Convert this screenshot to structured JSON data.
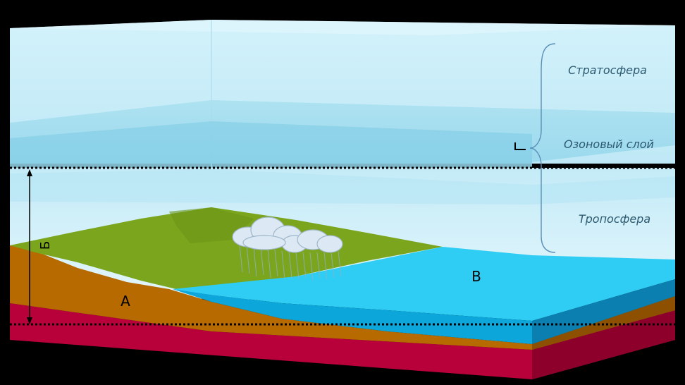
{
  "labels": {
    "stratosphere": "Стратосфера",
    "ozone_layer": "Озоновый слой",
    "troposphere": "Тропосфера",
    "marker_a": "А",
    "marker_b": "Б",
    "marker_v": "В",
    "marker_g": "Г"
  },
  "colors": {
    "background": "#000000",
    "sky": "#c9eef9",
    "ozone": "#9ad9ec",
    "land_green": "#7aa51d",
    "soil": "#b76a00",
    "mantle": "#b8003a",
    "water_top": "#2fcdf3",
    "water_side": "#0b8fc2",
    "cloud": "#dce9f4",
    "brace": "#5a8fb8",
    "dotted_line": "#000000"
  }
}
